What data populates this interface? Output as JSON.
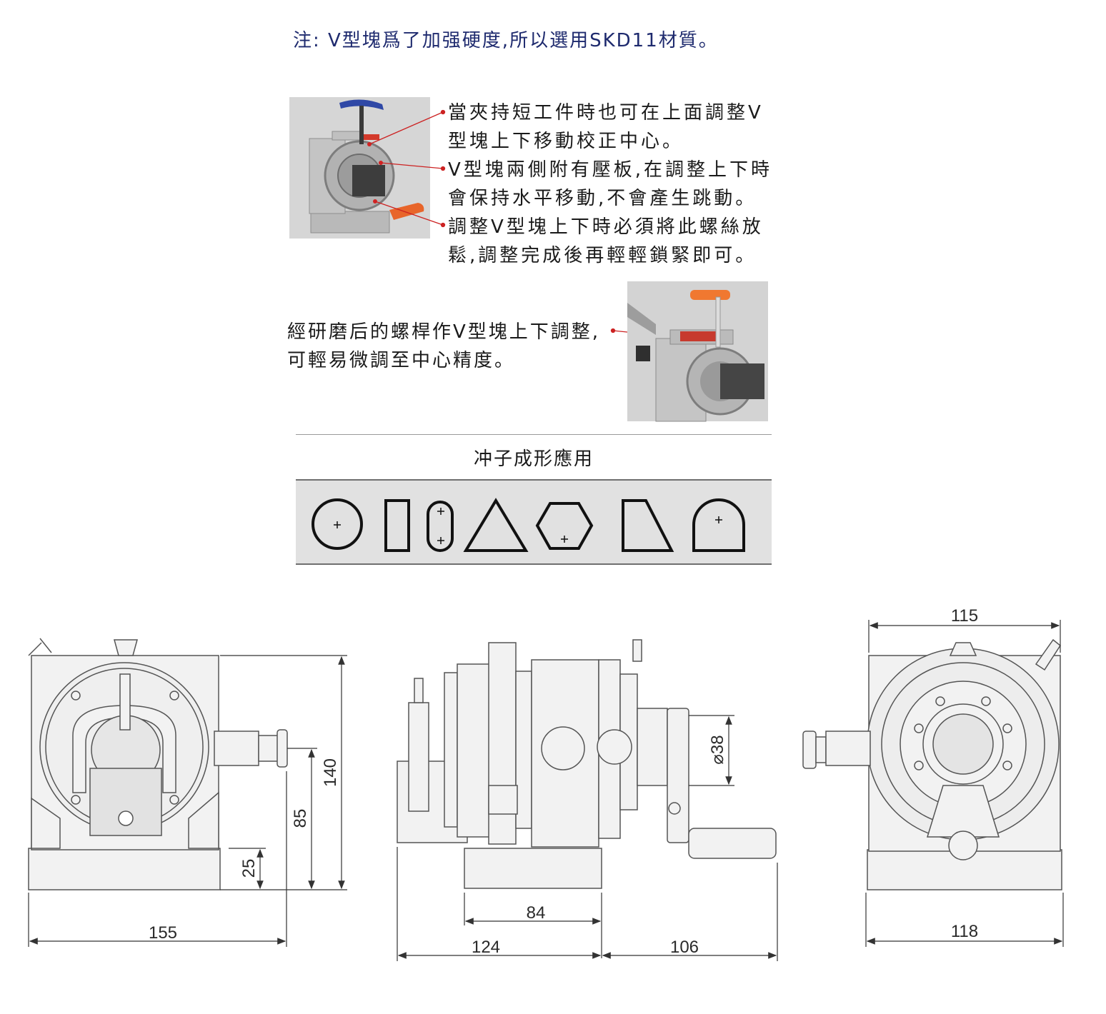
{
  "note": "注: V型塊爲了加强硬度,所以選用SKD11材質。",
  "callouts": [
    "當夾持短工件時也可在上面調整V",
    "型塊上下移動校正中心。",
    "V型塊兩側附有壓板,在調整上下時",
    "會保持水平移動,不會產生跳動。",
    "調整V型塊上下時必須將此螺絲放",
    "鬆,調整完成後再輕輕鎖緊即可。"
  ],
  "screw_text": [
    "經研磨后的螺桿作V型塊上下調整,",
    "可輕易微調至中心精度。"
  ],
  "shapes_title": "冲子成形應用",
  "shapes": [
    "circle-icon",
    "rectangle-icon",
    "slot-icon",
    "triangle-icon",
    "hexagon-icon",
    "trapezoid-icon",
    "arch-icon"
  ],
  "dimensions": {
    "front_width": "155",
    "front_height": "140",
    "front_center_height": "85",
    "front_base_height": "25",
    "side_base": "84",
    "side_body": "124",
    "side_handle": "106",
    "side_diameter": "⌀38",
    "rear_top_width": "115",
    "rear_bottom_width": "118"
  },
  "colors": {
    "note_text": "#1e2a6e",
    "leader": "#cc2222",
    "panel": "#e1e1e1"
  }
}
